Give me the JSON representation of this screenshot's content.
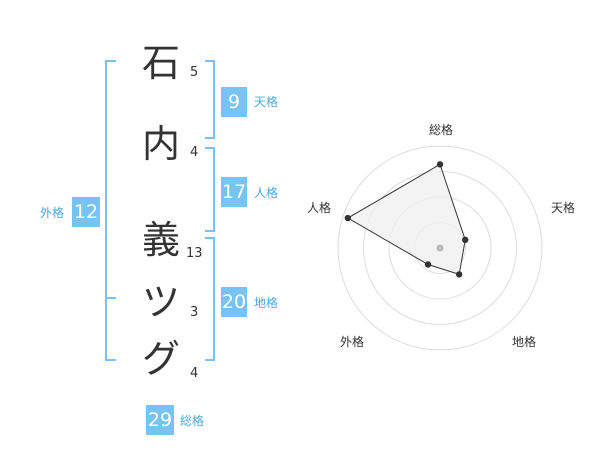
{
  "name": {
    "chars": [
      {
        "char": "石",
        "strokes": "5"
      },
      {
        "char": "内",
        "strokes": "4"
      },
      {
        "char": "義",
        "strokes": "13"
      },
      {
        "char": "ツ",
        "strokes": "3"
      },
      {
        "char": "グ",
        "strokes": "4"
      }
    ]
  },
  "fortune": {
    "tenkaku": {
      "value": "9",
      "label": "天格"
    },
    "jinkaku": {
      "value": "17",
      "label": "人格"
    },
    "chikaku": {
      "value": "20",
      "label": "地格"
    },
    "gaikaku": {
      "value": "12",
      "label": "外格"
    },
    "soukaku": {
      "value": "29",
      "label": "総格"
    }
  },
  "radar": {
    "axes": [
      "総格",
      "天格",
      "地格",
      "外格",
      "人格"
    ],
    "values": [
      0.82,
      0.26,
      0.32,
      0.2,
      0.95
    ],
    "colors": {
      "grid": "#dddddd",
      "fill": "#f0f0f0",
      "line": "#333333",
      "center": "#bbbbbb",
      "accent": "#77c4f4"
    }
  }
}
